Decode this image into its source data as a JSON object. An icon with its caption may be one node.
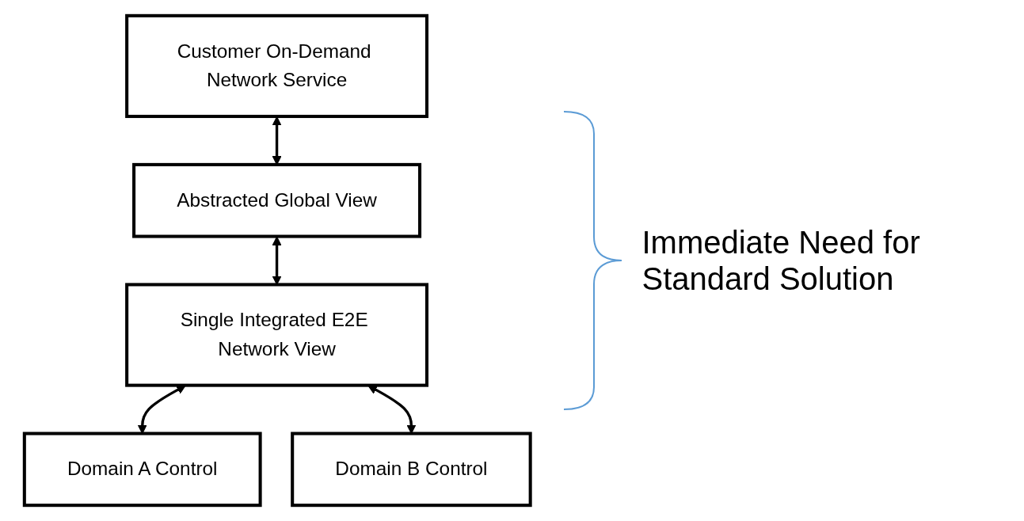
{
  "diagram": {
    "nodes": [
      {
        "text": [
          "Customer On-Demand Network Service"
        ]
      },
      {
        "text": [
          "Abstracted Global View"
        ]
      },
      {
        "text": [
          "Single Integrated E2E Network View"
        ]
      },
      {
        "text": [
          "Domain A Control"
        ]
      },
      {
        "text": [
          "Domain B Control"
        ]
      }
    ],
    "edges": [
      {
        "from": 0,
        "to": 1,
        "arrow": "both"
      },
      {
        "from": 1,
        "to": 2,
        "arrow": "both"
      },
      {
        "from": 2,
        "to": 3,
        "arrow": "both"
      },
      {
        "from": 2,
        "to": 4,
        "arrow": "both"
      }
    ],
    "labels": [
      "Immediate Need for Standard Solution"
    ]
  }
}
